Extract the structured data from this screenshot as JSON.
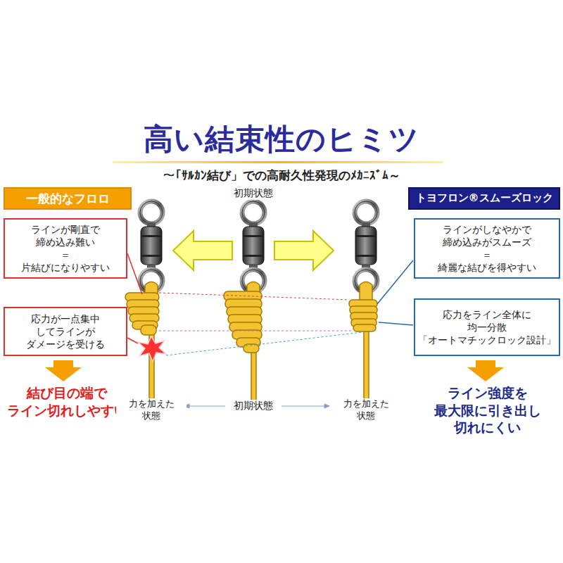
{
  "diagram": {
    "title": "高い結束性のヒミツ",
    "nodes": [
      {
        "text": [
          "一般的なフロロ"
        ]
      },
      {
        "text": [
          "ラインが剛直で 締め込み難い ＝ 片結びになりやすい"
        ]
      },
      {
        "text": [
          "応力が一点集中 してラインが ダメージを受ける"
        ]
      },
      {
        "text": [
          "トヨフロン®スムーズロック"
        ]
      },
      {
        "text": [
          "ラインがしなやかで 締め込みがスムーズ ＝ 綺麗な結びを得やすい"
        ]
      },
      {
        "text": [
          "応力をライン全体に 均一分散 「オートマチックロック設計」"
        ]
      }
    ],
    "labels": [
      "～「ｻﾙｶﾝ結び」での高耐久性発現のﾒｶﾆｽﾞﾑ～",
      "初期状態",
      "結び目の端で ライン切れしやすい",
      "ライン強度を 最大限に引き出し 切れにくい",
      "力を加えた 状態",
      "初期状態",
      "力を加えた 状態"
    ]
  }
}
